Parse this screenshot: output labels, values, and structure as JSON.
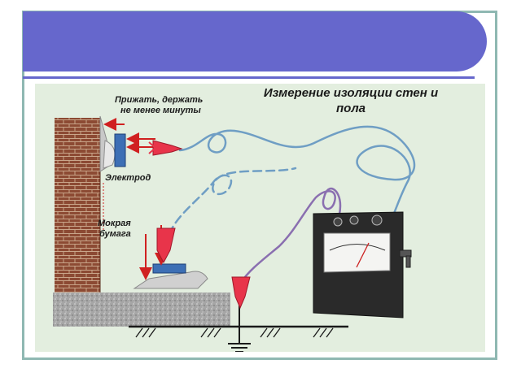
{
  "slide": {
    "title_line1": "Измерение  изоляции стен и",
    "title_line2": "пола",
    "note_line1": "Прижать, держать",
    "note_line2": "не менее минуты",
    "electrode_label": "Электрод",
    "wet_paper_line1": "Мокрая",
    "wet_paper_line2": "бумага"
  },
  "colors": {
    "banner": "#6667cc",
    "frame": "#8fb8b2",
    "panel": "#e3eedf",
    "wire": "#6f9ec4",
    "wire_purple": "#8a6fb0",
    "clip": "#e8344a",
    "arrow": "#d02020",
    "meter_body": "#2a2a2a",
    "brick": "#8c4a33"
  },
  "icons": [
    "brick-wall-icon",
    "electrode-icon",
    "crocodile-clip-icon",
    "megohmmeter-icon",
    "ground-symbol-icon",
    "concrete-floor-icon"
  ]
}
